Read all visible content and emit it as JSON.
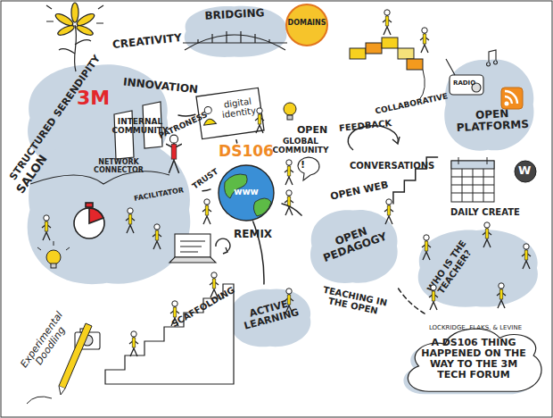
{
  "diagram": {
    "nodes": [
      {
        "text": [
          "STRUCTURED SERENDIPITY"
        ]
      },
      {
        "text": [
          "BRIDGING"
        ]
      },
      {
        "text": [
          "DOMAINS"
        ]
      },
      {
        "text": [
          "digital identity"
        ]
      },
      {
        "text": [
          "DS106",
          "www"
        ]
      },
      {
        "text": [
          "OPEN PLATFORMS"
        ]
      },
      {
        "text": [
          "SALON"
        ]
      },
      {
        "text": [
          "OPEN PEDAGOGY"
        ]
      },
      {
        "text": [
          "WHO IS THE TEACHER?"
        ]
      },
      {
        "text": [
          "ACTIVE LEARNING"
        ]
      },
      {
        "text": [
          "LOCKRIDGE, FLAKS, & LEVINE",
          "A DS106 THING HAPPENED ON THE WAY TO THE 3M TECH FORUM"
        ]
      }
    ],
    "edges": [
      {
        "from": 0,
        "to": 3,
        "arrow": "none"
      },
      {
        "from": 3,
        "to": 4,
        "arrow": "none"
      },
      {
        "from": 4,
        "to": 7,
        "arrow": "none"
      },
      {
        "from": 7,
        "to": 5,
        "arrow": "none"
      },
      {
        "from": 7,
        "to": 10,
        "arrow": "none"
      },
      {
        "from": 6,
        "to": 4,
        "arrow": "none"
      },
      {
        "from": 4,
        "to": 9,
        "arrow": "none"
      }
    ],
    "labels": [
      "CREATIVITY",
      "INNOVATION",
      "OPEN",
      "GLOBAL COMMUNITY",
      "FEEDBACK",
      "COLLABORATIVE",
      "CONVERSATIONS",
      "!",
      "RADIO",
      "DAILY CREATE",
      "OPEN WEB",
      "TEACHING IN THE OPEN",
      "3M",
      "PATRONESS",
      "TRUST",
      "INTERNAL COMMUNITY",
      "NETWORK CONNECTOR",
      "FACILITATOR",
      "REMIX",
      "SCAFFOLDING",
      "Experimental Doodling",
      "W"
    ]
  }
}
